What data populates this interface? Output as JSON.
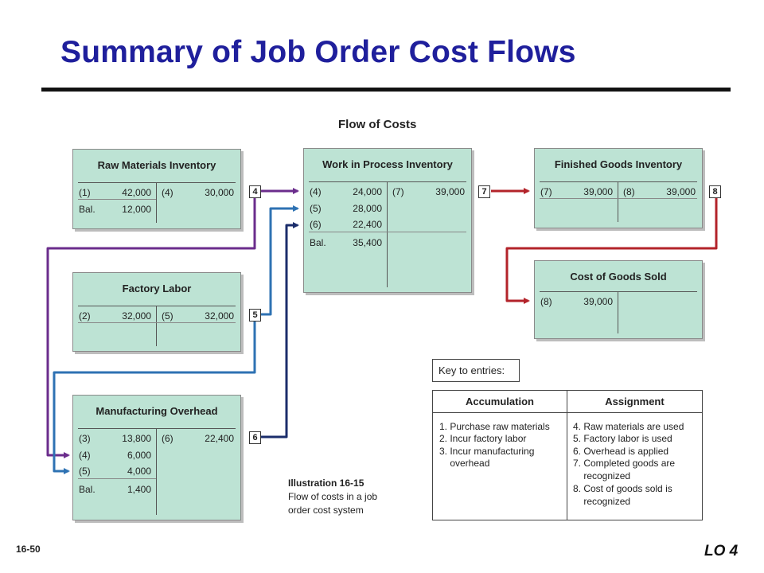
{
  "title": "Summary of Job Order Cost Flows",
  "flow_heading": "Flow of Costs",
  "accounts": {
    "raw_materials": {
      "name": "Raw Materials Inventory",
      "debits": [
        {
          "ref": "(1)",
          "amount": "42,000"
        },
        {
          "ref": "Bal.",
          "amount": "12,000"
        }
      ],
      "credits": [
        {
          "ref": "(4)",
          "amount": "30,000"
        }
      ]
    },
    "factory_labor": {
      "name": "Factory Labor",
      "debits": [
        {
          "ref": "(2)",
          "amount": "32,000"
        }
      ],
      "credits": [
        {
          "ref": "(5)",
          "amount": "32,000"
        }
      ]
    },
    "manufacturing_overhead": {
      "name": "Manufacturing Overhead",
      "debits": [
        {
          "ref": "(3)",
          "amount": "13,800"
        },
        {
          "ref": "(4)",
          "amount": "6,000"
        },
        {
          "ref": "(5)",
          "amount": "4,000"
        },
        {
          "ref": "Bal.",
          "amount": "1,400"
        }
      ],
      "credits": [
        {
          "ref": "(6)",
          "amount": "22,400"
        }
      ]
    },
    "work_in_process": {
      "name": "Work in Process Inventory",
      "debits": [
        {
          "ref": "(4)",
          "amount": "24,000"
        },
        {
          "ref": "(5)",
          "amount": "28,000"
        },
        {
          "ref": "(6)",
          "amount": "22,400"
        },
        {
          "ref": "Bal.",
          "amount": "35,400"
        }
      ],
      "credits": [
        {
          "ref": "(7)",
          "amount": "39,000"
        }
      ]
    },
    "finished_goods": {
      "name": "Finished Goods Inventory",
      "debits": [
        {
          "ref": "(7)",
          "amount": "39,000"
        }
      ],
      "credits": [
        {
          "ref": "(8)",
          "amount": "39,000"
        }
      ]
    },
    "cost_of_goods_sold": {
      "name": "Cost of Goods Sold",
      "debits": [
        {
          "ref": "(8)",
          "amount": "39,000"
        }
      ],
      "credits": []
    }
  },
  "badges": {
    "b4": "4",
    "b5": "5",
    "b6": "6",
    "b7": "7",
    "b8": "8"
  },
  "arrow_colors": {
    "materials": "#6b2d8c",
    "labor": "#2e72b3",
    "overhead": "#1b2d6b",
    "finished": "#b3232a"
  },
  "caption": {
    "id": "Illustration 16-15",
    "line1": "Flow of costs in a job",
    "line2": "order cost system"
  },
  "key": {
    "label": "Key to entries:",
    "accumulation_header": "Accumulation",
    "assignment_header": "Assignment",
    "accumulation": [
      "1. Purchase raw materials",
      "2. Incur factory labor",
      "3. Incur manufacturing",
      "    overhead"
    ],
    "assignment": [
      "4. Raw materials are used",
      "5. Factory labor is used",
      "6. Overhead is applied",
      "7. Completed goods are",
      "    recognized",
      "8. Cost of goods sold is",
      "    recognized"
    ]
  },
  "footer": {
    "page_number": "16-50",
    "lo": "LO 4"
  }
}
